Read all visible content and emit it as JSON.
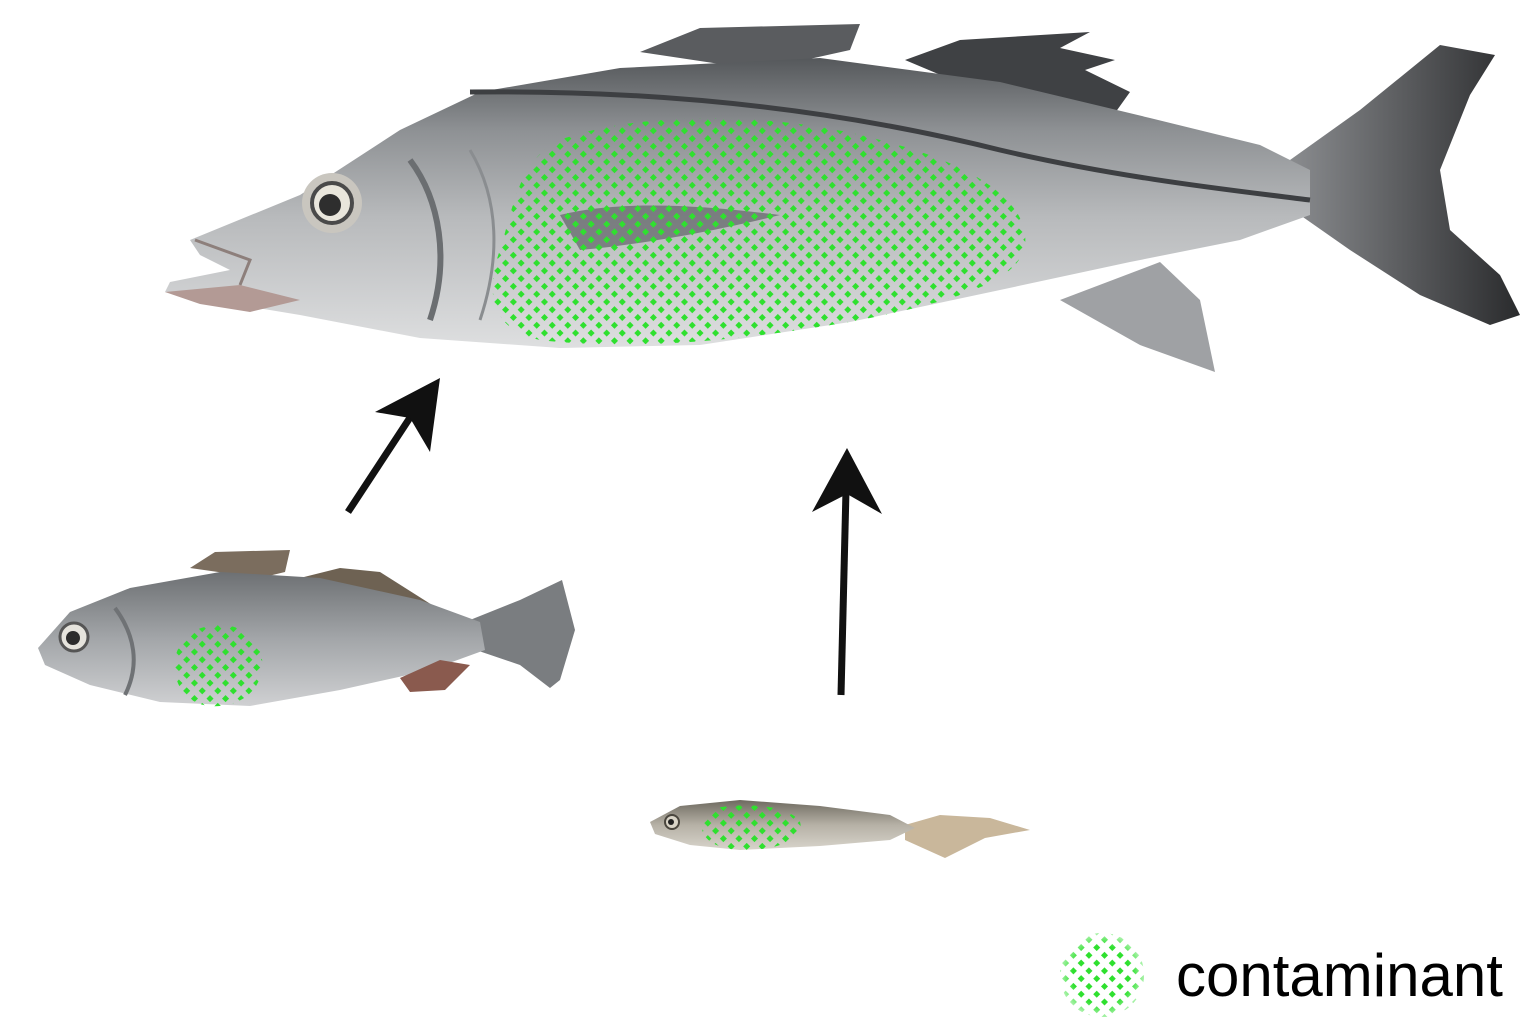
{
  "legend": {
    "label": "contaminant",
    "swatch": "contaminant-dots"
  },
  "colors": {
    "background": "#ffffff",
    "contaminant_dots": "#2fe02f",
    "arrow": "#111111",
    "large_fish_body": "#a9abae",
    "large_fish_back": "#5f6265",
    "large_fish_belly": "#d9dadc",
    "medium_fish_body": "#9c9fa2",
    "small_fish_body": "#b8b3a8"
  },
  "organisms": [
    {
      "id": "large-predator-fish",
      "contaminant": true
    },
    {
      "id": "medium-fish",
      "contaminant": true
    },
    {
      "id": "small-fish",
      "contaminant": true
    }
  ],
  "transfers": [
    {
      "from": "medium-fish",
      "to": "large-predator-fish"
    },
    {
      "from": "small-fish",
      "to": "large-predator-fish"
    }
  ]
}
